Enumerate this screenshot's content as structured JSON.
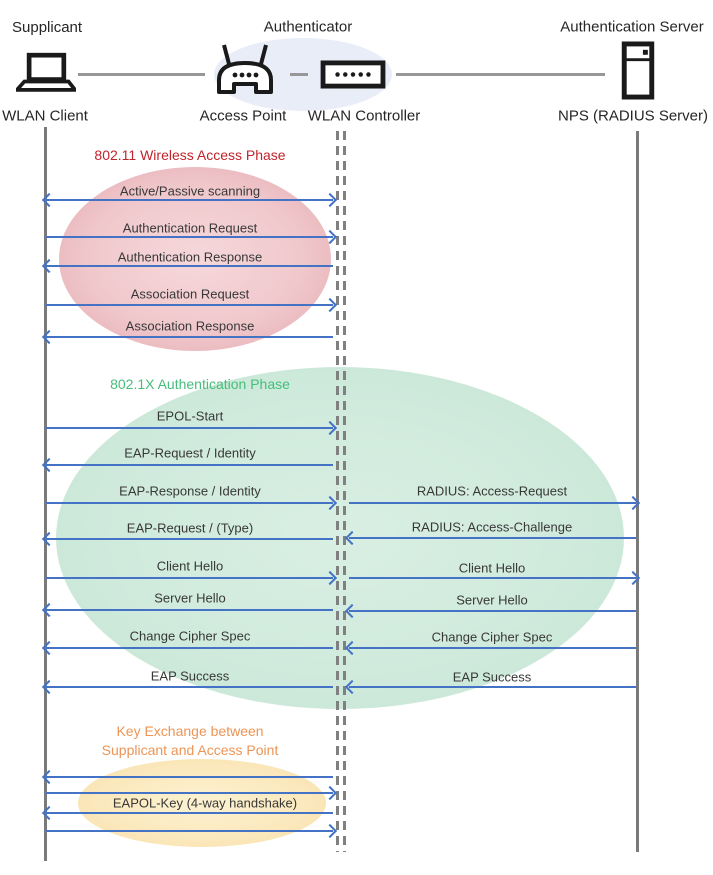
{
  "header": {
    "roles": {
      "supplicant": "Supplicant",
      "authenticator": "Authenticator",
      "authentication_server": "Authentication Server"
    },
    "devices": {
      "wlan_client": "WLAN Client",
      "access_point": "Access Point",
      "wlan_controller": "WLAN Controller",
      "nps": "NPS (RADIUS Server)"
    },
    "icons": [
      "laptop-icon",
      "access-point-icon",
      "wlan-controller-icon",
      "server-icon"
    ]
  },
  "phases": {
    "wireless_access": {
      "title": "802.11 Wireless Access Phase",
      "title_color": "#c0242c",
      "ellipse_color": "#f0c8cc",
      "messages": [
        {
          "label": "Active/Passive scanning",
          "direction": "both"
        },
        {
          "label": "Authentication Request",
          "direction": "right"
        },
        {
          "label": "Authentication Response",
          "direction": "left"
        },
        {
          "label": "Association Request",
          "direction": "right"
        },
        {
          "label": "Association Response",
          "direction": "left"
        }
      ]
    },
    "dot1x_authentication": {
      "title": "802.1X Authentication Phase",
      "title_color": "#45be7b",
      "ellipse_color": "#cfeadc",
      "left_messages": [
        {
          "label": "EPOL-Start",
          "direction": "right"
        },
        {
          "label": "EAP-Request / Identity",
          "direction": "left"
        },
        {
          "label": "EAP-Response / Identity",
          "direction": "right"
        },
        {
          "label": "EAP-Request / (Type)",
          "direction": "left"
        },
        {
          "label": "Client Hello",
          "direction": "right"
        },
        {
          "label": "Server Hello",
          "direction": "left"
        },
        {
          "label": "Change Cipher Spec",
          "direction": "left"
        },
        {
          "label": "EAP Success",
          "direction": "left"
        }
      ],
      "right_messages": [
        {
          "label": "RADIUS: Access-Request",
          "direction": "right"
        },
        {
          "label": "RADIUS: Access-Challenge",
          "direction": "left"
        },
        {
          "label": "Client Hello",
          "direction": "right"
        },
        {
          "label": "Server Hello",
          "direction": "left"
        },
        {
          "label": "Change Cipher Spec",
          "direction": "left"
        },
        {
          "label": "EAP Success",
          "direction": "left"
        }
      ]
    },
    "key_exchange": {
      "title_line1": "Key Exchange between",
      "title_line2": "Supplicant and Access Point",
      "title_color": "#ec9556",
      "ellipse_color": "#fbe8bc",
      "message_label": "EAPOL-Key (4-way handshake)",
      "arrow_directions": [
        "left",
        "right",
        "left",
        "right"
      ]
    }
  },
  "colors": {
    "arrow": "#4472c4",
    "lifeline": "#7a7a7a",
    "connector": "#979797",
    "authenticator_ellipse": "#e9edf8"
  }
}
